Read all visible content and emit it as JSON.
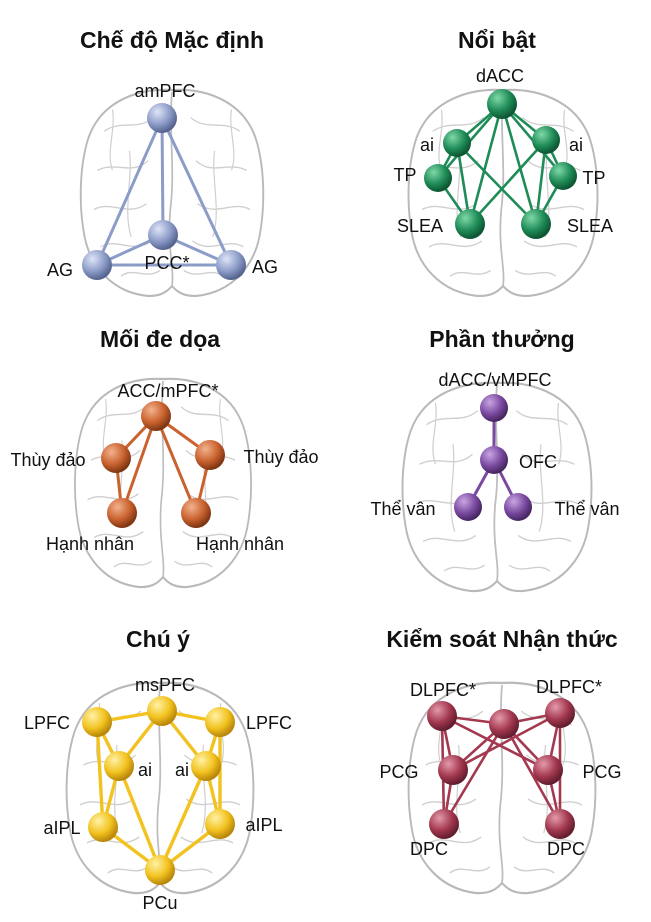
{
  "panels": {
    "default": {
      "title": "Chế độ Mặc định",
      "color": "#8c9cc8",
      "labels": {
        "amPFC": "amPFC",
        "AG_left": "AG",
        "PCC": "PCC*",
        "AG_right": "AG"
      }
    },
    "salience": {
      "title": "Nổi bật",
      "color": "#1f8c57",
      "labels": {
        "dACC": "dACC",
        "ai_left": "ai",
        "ai_right": "ai",
        "TP_left": "TP",
        "TP_right": "TP",
        "SLEA_left": "SLEA",
        "SLEA_right": "SLEA"
      }
    },
    "threat": {
      "title": "Mối đe dọa",
      "color": "#c9622e",
      "labels": {
        "ACC": "ACC/mPFC*",
        "insula_left": "Thùy đảo",
        "insula_right": "Thùy đảo",
        "amyg_left": "Hạnh nhân",
        "amyg_right": "Hạnh nhân"
      }
    },
    "reward": {
      "title": "Phần thưởng",
      "color": "#7a4aa0",
      "labels": {
        "dACC": "dACC/vMPFC",
        "OFC": "OFC",
        "striatum_left": "Thể vân",
        "striatum_right": "Thể vân"
      }
    },
    "attention": {
      "title": "Chú ý",
      "color": "#f2c21f",
      "labels": {
        "msPFC": "msPFC",
        "LPFC_left": "LPFC",
        "LPFC_right": "LPFC",
        "ai_left": "ai",
        "ai_right": "ai",
        "aIPL_left": "aIPL",
        "aIPL_right": "aIPL",
        "PCu": "PCu"
      }
    },
    "cognitive": {
      "title": "Kiểm soát Nhận thức",
      "color": "#a3384f",
      "labels": {
        "DLPFC_left": "DLPFC*",
        "DLPFC_right": "DLPFC*",
        "PCG_left": "PCG",
        "PCG_right": "PCG",
        "DPC_left": "DPC",
        "DPC_right": "DPC"
      }
    }
  }
}
